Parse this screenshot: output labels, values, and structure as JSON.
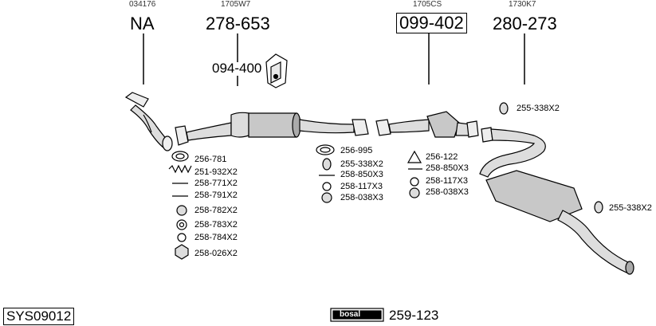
{
  "columns": [
    {
      "code": "034176",
      "number": "NA"
    },
    {
      "code": "1705W7",
      "number": "278-653"
    },
    {
      "code": "1705CS",
      "number": "099-402"
    },
    {
      "code": "1730K7",
      "number": "280-273"
    }
  ],
  "bracket_number": "094-400",
  "left_parts": [
    "256-781",
    "251-932X2",
    "258-771X2",
    "258-791X2",
    "258-782X2",
    "258-783X2",
    "258-784X2",
    "258-026X2"
  ],
  "middle_parts": [
    "256-995",
    "255-338X2",
    "258-850X3",
    "258-117X3",
    "258-038X3"
  ],
  "cat_parts": [
    "256-122",
    "258-850X3",
    "258-117X3",
    "258-038X3"
  ],
  "rear_clamp_1": "255-338X2",
  "rear_clamp_2": "255-338X2",
  "system_id": "SYS09012",
  "brand": "bosal",
  "brand_part": "259-123"
}
